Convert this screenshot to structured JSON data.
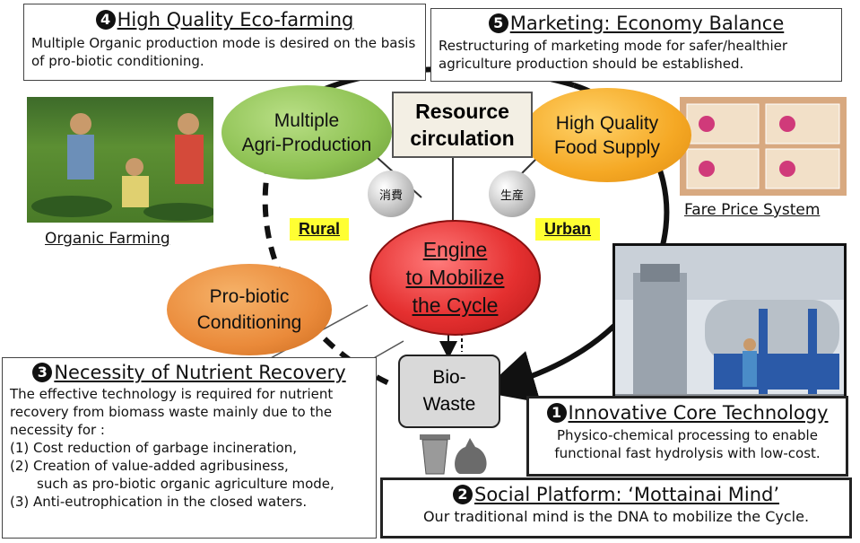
{
  "sections": {
    "eco": {
      "num": "4",
      "title": "High Quality Eco-farming",
      "text": "Multiple Organic production mode is desired on the basis of pro-biotic conditioning."
    },
    "marketing": {
      "num": "5",
      "title": "Marketing: Economy Balance",
      "text": "Restructuring of marketing mode for safer/healthier agriculture production should be established."
    },
    "nutrient": {
      "num": "3",
      "title": "Necessity of Nutrient Recovery",
      "intro": "The effective technology is required for nutrient recovery from biomass waste mainly due to the necessity for :",
      "item1": "(1) Cost reduction of garbage incineration,",
      "item2a": "(2) Creation of value-added agribusiness,",
      "item2b": "such as pro-biotic organic agriculture mode,",
      "item3": "(3) Anti-eutrophication in the closed waters."
    },
    "core": {
      "num": "1",
      "title": "Innovative Core Technology",
      "text": "Physico-chemical processing to enable functional fast hydrolysis with low-cost."
    },
    "social": {
      "num": "2",
      "title": "Social Platform: ‘Mottainai Mind’",
      "text": "Our traditional mind is the DNA to mobilize the Cycle."
    }
  },
  "cycle": {
    "resource_line1": "Resource",
    "resource_line2": "circulation",
    "multiple_line1": "Multiple",
    "multiple_line2": "Agri-Production",
    "highquality_line1": "High Quality",
    "highquality_line2": "Food Supply",
    "probiotic_line1": "Pro-biotic",
    "probiotic_line2": "Conditioning",
    "engine_line1": "Engine",
    "engine_line2": "to Mobilize",
    "engine_line3": "the Cycle",
    "biowaste_line1": "Bio-",
    "biowaste_line2": "Waste",
    "consume": "消費",
    "produce": "生産",
    "rural": "Rural",
    "urban": "Urban"
  },
  "captions": {
    "organic": "Organic Farming",
    "fare": "Fare Price System"
  },
  "colors": {
    "green": "#8dc152",
    "orange": "#f0a02c",
    "probiotic": "#ea8a3a",
    "engine": "#e03030",
    "yellow_tag": "#ffff33",
    "biowaste": "#d9d9d9"
  }
}
